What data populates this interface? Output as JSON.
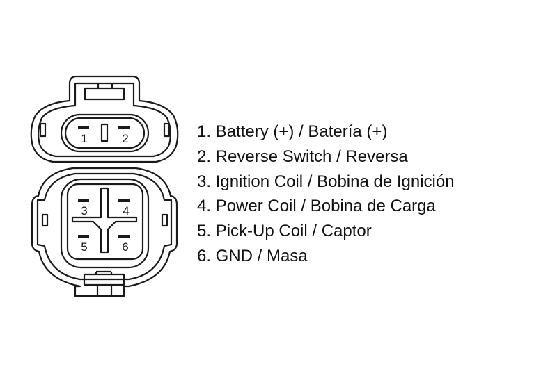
{
  "connector": {
    "pins": [
      "1",
      "2",
      "3",
      "4",
      "5",
      "6"
    ]
  },
  "legend": [
    "1. Battery (+) / Batería (+)",
    "2. Reverse Switch / Reversa",
    "3. Ignition Coil / Bobina de Ignición",
    "4. Power Coil / Bobina de Carga",
    "5. Pick-Up Coil / Captor",
    "6. GND / Masa"
  ]
}
